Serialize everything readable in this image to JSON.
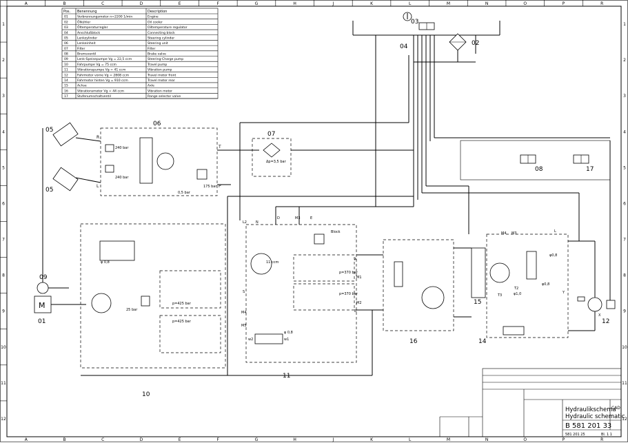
{
  "border": {
    "columns_top": [
      "A",
      "B",
      "C",
      "D",
      "E",
      "F",
      "G",
      "H",
      "J",
      "K",
      "L",
      "M",
      "N",
      "O",
      "P",
      "R"
    ],
    "columns_bottom": [
      "A",
      "B",
      "C",
      "D",
      "E",
      "F",
      "G",
      "H",
      "J",
      "K",
      "L",
      "M",
      "N",
      "O",
      "P",
      "R"
    ],
    "rows": [
      "1",
      "2",
      "3",
      "4",
      "5",
      "6",
      "7",
      "8",
      "9",
      "10",
      "11",
      "12"
    ]
  },
  "parts_table": {
    "headers": {
      "pos": "Pos.",
      "name": "Benennung",
      "desc": "Description"
    },
    "rows": [
      {
        "pos": "01",
        "name": "Verbrennungsmotor  n=2200 1/min",
        "desc": "Engine"
      },
      {
        "pos": "02",
        "name": "Ölkühler",
        "desc": "Oil cooler"
      },
      {
        "pos": "03",
        "name": "Öltemperaturregler",
        "desc": "Oiltemperature regulator"
      },
      {
        "pos": "04",
        "name": "Anschlußblock",
        "desc": "Connecting block"
      },
      {
        "pos": "05",
        "name": "Lenkzylinder",
        "desc": "Steering cylinder"
      },
      {
        "pos": "06",
        "name": "Lenkeinheit",
        "desc": "Steering unit"
      },
      {
        "pos": "07",
        "name": "Filter",
        "desc": "Filter"
      },
      {
        "pos": "08",
        "name": "Bremsventil",
        "desc": "Brake valve"
      },
      {
        "pos": "09",
        "name": "Lenk-Speisepumpe  Vg = 22,5 ccm",
        "desc": "Steering-Charge pump"
      },
      {
        "pos": "10",
        "name": "Fahrpumpe        Vg = 75 ccm",
        "desc": "Travel pump"
      },
      {
        "pos": "11",
        "name": "Vibrationspumpe  Vg = 41 ccm",
        "desc": "Vibration pump"
      },
      {
        "pos": "12",
        "name": "Fahrmotor vorne  Vg = 2808 ccm",
        "desc": "Travel motor front"
      },
      {
        "pos": "14",
        "name": "Fahrmotor hinten Vg = 910 ccm",
        "desc": "Travel motor rear"
      },
      {
        "pos": "15",
        "name": "Achse",
        "desc": "Axle"
      },
      {
        "pos": "16",
        "name": "Vibrationsmotor  Vg = 44 ccm",
        "desc": "Vibration motor"
      },
      {
        "pos": "17",
        "name": "Stufenumschaltventil",
        "desc": "Range selector valve"
      }
    ]
  },
  "component_labels": {
    "c01": "01",
    "c02": "02",
    "c03": "03",
    "c04": "04",
    "c05a": "05",
    "c05b": "05",
    "c06": "06",
    "c07": "07",
    "c08": "08",
    "c09": "09",
    "c10": "10",
    "c11": "11",
    "c12": "12",
    "c14": "14",
    "c15": "15",
    "c16": "16",
    "c17": "17",
    "motor_M": "M"
  },
  "annotations": {
    "p240a": "240 bar",
    "p240b": "240 bar",
    "p175": "175 bar",
    "p05": "0,5 bar",
    "filter_dp": "Δp=3,5 bar",
    "p25": "25 bar",
    "p425a": "p=425 bar",
    "p425b": "p=425 bar",
    "phi08a": "φ 0,8",
    "phi08b": "φ 0,8",
    "phi08c": "φ0,8",
    "phi08d": "φ0,8",
    "phi10": "φ1,0",
    "ccm11": "11 ccm",
    "p370a": "p=370 bar",
    "p370b": "p=370 bar",
    "block": "Block",
    "T1": "T",
    "P1": "P",
    "L1": "L",
    "R1": "R",
    "T2": "T",
    "P2": "P",
    "L2": "L2",
    "N": "N",
    "D": "D",
    "M3": "M3",
    "E": "E",
    "S": "S",
    "M4": "M4",
    "M5": "M5",
    "M1": "M1",
    "M2": "M2",
    "A": "A",
    "B": "B",
    "L": "L",
    "T3": "T3",
    "T2b": "T2",
    "w1": "w1",
    "w2": "w2",
    "Y": "Y",
    "X": "X"
  },
  "title_block": {
    "title_de": "Hydraulikschema",
    "title_en": "Hydraulic schematic",
    "drawing_no": "B 581 201 33",
    "ref_no": "581 201 25",
    "cad": "CAD",
    "sheet": "Bl. 1  1"
  }
}
